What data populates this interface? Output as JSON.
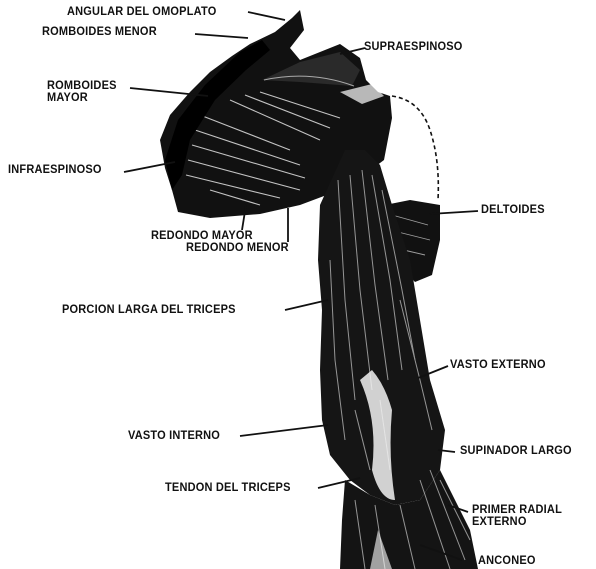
{
  "labels": {
    "angular_del_omoplato": "ANGULAR DEL OMOPLATO",
    "romboides_menor": "ROMBOIDES MENOR",
    "supraespinoso": "SUPRAESPINOSO",
    "romboides_mayor_1": "ROMBOIDES",
    "romboides_mayor_2": "MAYOR",
    "infraespinoso": "INFRAESPINOSO",
    "deltoides": "DELTOIDES",
    "redondo_mayor": "REDONDO MAYOR",
    "redondo_menor": "REDONDO MENOR",
    "porcion_larga_triceps": "PORCION LARGA DEL TRICEPS",
    "vasto_externo": "VASTO EXTERNO",
    "vasto_interno": "VASTO INTERNO",
    "supinador_largo": "SUPINADOR LARGO",
    "tendon_triceps": "TENDON DEL TRICEPS",
    "primer_radial_1": "PRIMER RADIAL",
    "primer_radial_2": "EXTERNO",
    "anconeo": "ANCONEO"
  },
  "colors": {
    "ink": "#111111",
    "paper": "#ffffff"
  }
}
